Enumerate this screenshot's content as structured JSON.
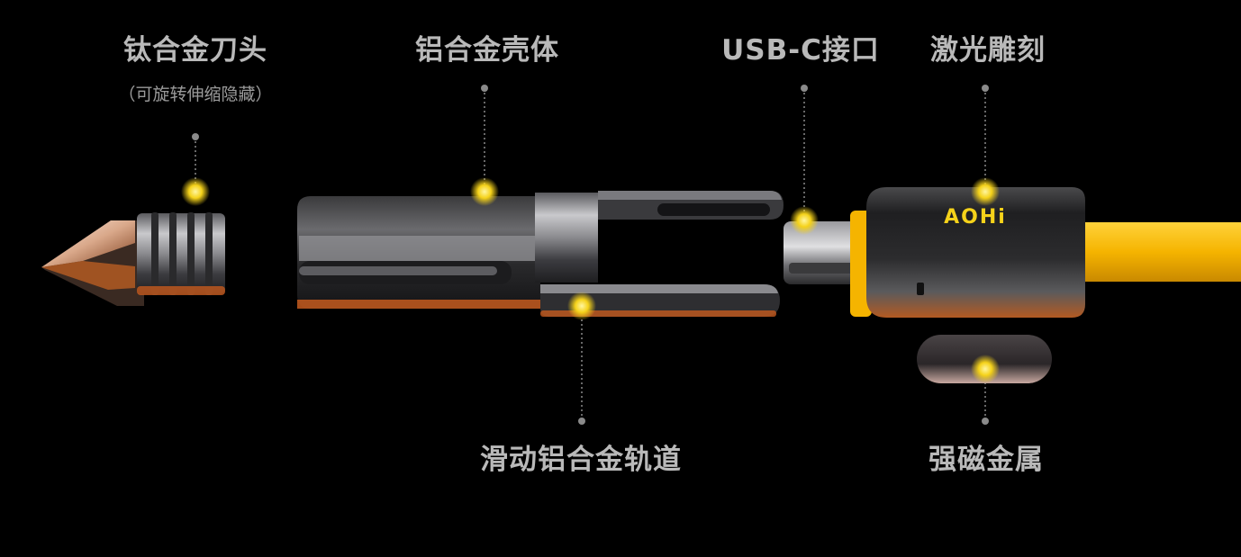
{
  "labels": {
    "blade": "钛合金刀头",
    "blade_note": "（可旋转伸缩隐藏）",
    "shell": "铝合金壳体",
    "usb": "USB-C接口",
    "laser": "激光雕刻",
    "rail": "滑动铝合金轨道",
    "magnet": "强磁金属"
  },
  "brand_mark": "AOHi",
  "colors": {
    "background": "#000000",
    "accent_yellow": "#f5d21a",
    "cable_yellow": "#f5b400",
    "orange_glow": "#e8601a",
    "label_grey": "#b9b9b9"
  }
}
